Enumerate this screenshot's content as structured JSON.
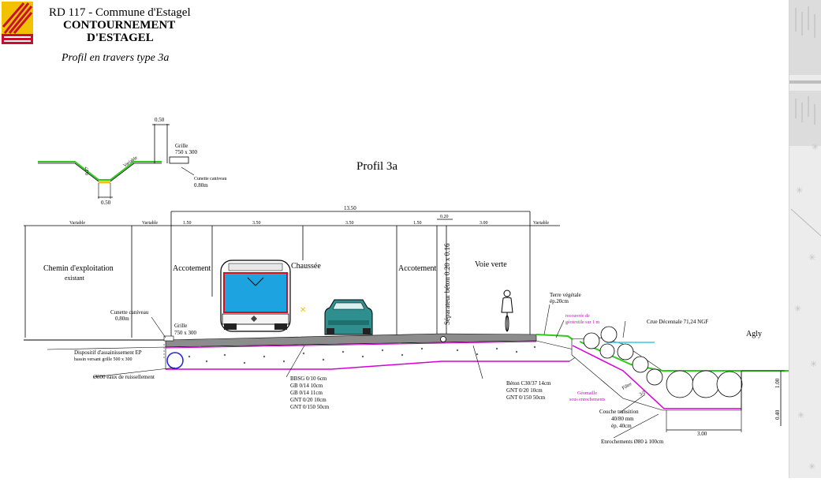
{
  "header": {
    "line1": "RD 117 - Commune d'Estagel",
    "line2": "CONTOURNEMENT",
    "line3": "D'ESTAGEL",
    "subtitle": "Profil en travers type 3a"
  },
  "colors": {
    "logo_yellow": "#f2c200",
    "logo_red": "#c8102e",
    "bus_blue": "#1da4e0",
    "bus_red": "#d4101e",
    "car_teal": "#2f8f8f",
    "layer_magenta": "#d400d4",
    "grass_green": "#2ecc1a",
    "water_cyan": "#38c6e8",
    "pipe_blue": "#2020e0"
  },
  "icons": {
    "logo": "departement-logo-icon",
    "bus": "bus-icon",
    "car": "car-icon",
    "cyclist": "cyclist-icon"
  },
  "detail": {
    "dim_top": "0.50",
    "dim_bottom": "0.50",
    "variable": "Variable",
    "slope": "0.27",
    "grille": "Grille",
    "grille_size": "750 x 300",
    "cunette": "Cunette caniveau",
    "cunette_depth": "0.80m"
  },
  "profile_title": "Profil 3a",
  "dims": {
    "total": "13.50",
    "v1": "Variable",
    "v2": "Variable",
    "w1": "1.50",
    "w2": "3.50",
    "w3": "3.50",
    "w4": "1.50",
    "w5": "0.20",
    "w6": "3.00",
    "v3": "Variable"
  },
  "zones": {
    "chemin_1": "Chemin d'exploitation",
    "chemin_2": "existant",
    "accotement_left": "Accotement",
    "chaussee": "Chaussée",
    "accotement_right": "Accotement",
    "separateur": "Séparateur béton 0.20 x 0.16",
    "voie_verte": "Voie verte"
  },
  "annotations": {
    "cunette_1": "Cunette caniveau",
    "cunette_2": "0.80m",
    "grille_1": "Grille",
    "grille_2": "750 x 300",
    "dispositif_1": "Dispositif d'assainissement EP",
    "dispositif_2": "bassin versant grille 500 x 300",
    "pipe": "Ø800 eaux de ruissellement",
    "terre_1": "Terre végétale",
    "terre_2": "ép.20cm",
    "geotex_1": "recouvrée de",
    "geotex_2": "géotextile sur 1 m",
    "crue": "Crue Décennale 71,24 NGF",
    "agly": "Agly",
    "geomaille_1": "Géomaille",
    "geomaille_2": "sous enrochements",
    "filtre": "Filtre",
    "slope_ratio": "3/2",
    "couche_1": "Couche transition",
    "couche_2": "40/80 mm",
    "couche_3": "ép. 40cm",
    "enroch": "Enrochements Ø80 à 100cm",
    "dim_right": "1.00",
    "dim_small": "0.40",
    "dim_bottom": "3.00"
  },
  "layers_road": [
    "BBSG 0/10 6cm",
    "GB 0/14 10cm",
    "GB 0/14 11cm",
    "GNT 0/20 10cm",
    "GNT 0/150 50cm"
  ],
  "layers_path": [
    "Béton C30/37 14cm",
    "GNT 0/20 10cm",
    "GNT 0/150 50cm"
  ]
}
